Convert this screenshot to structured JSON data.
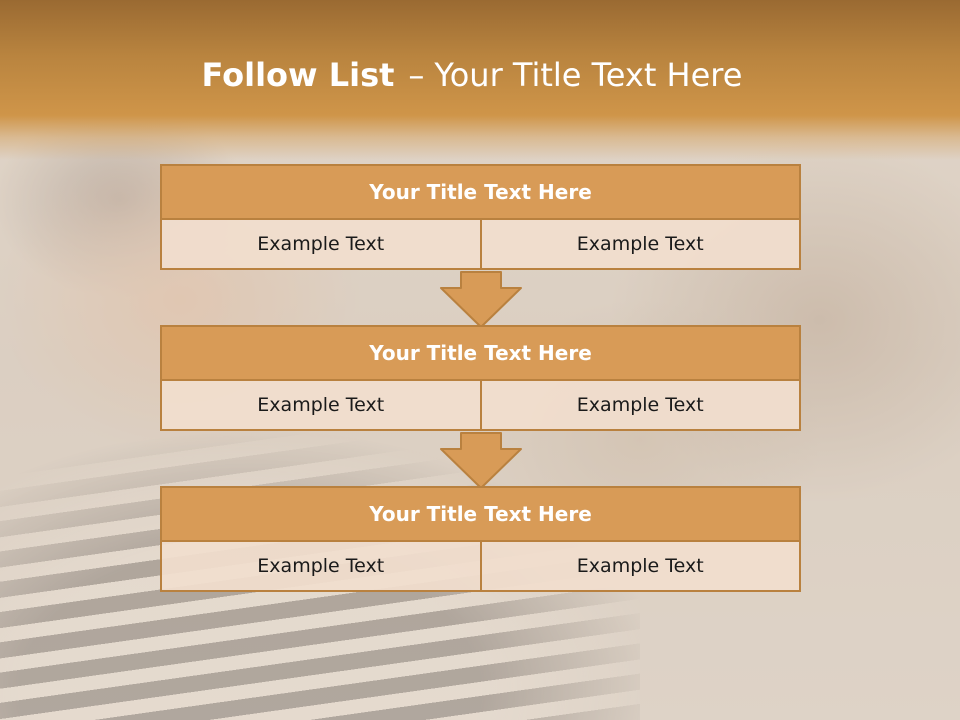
{
  "slide": {
    "title_bold": "Follow List",
    "title_dash": "–",
    "title_rest": "Your Title Text Here"
  },
  "blocks": [
    {
      "title": "Your Title Text Here",
      "left": "Example Text",
      "right": "Example Text"
    },
    {
      "title": "Your Title Text Here",
      "left": "Example Text",
      "right": "Example Text"
    },
    {
      "title": "Your Title Text Here",
      "left": "Example Text",
      "right": "Example Text"
    }
  ],
  "colors": {
    "accent": "#d89b57",
    "accent_border": "#b9813f",
    "cell_fill": "#f1dece",
    "title_text": "#ffffff"
  }
}
